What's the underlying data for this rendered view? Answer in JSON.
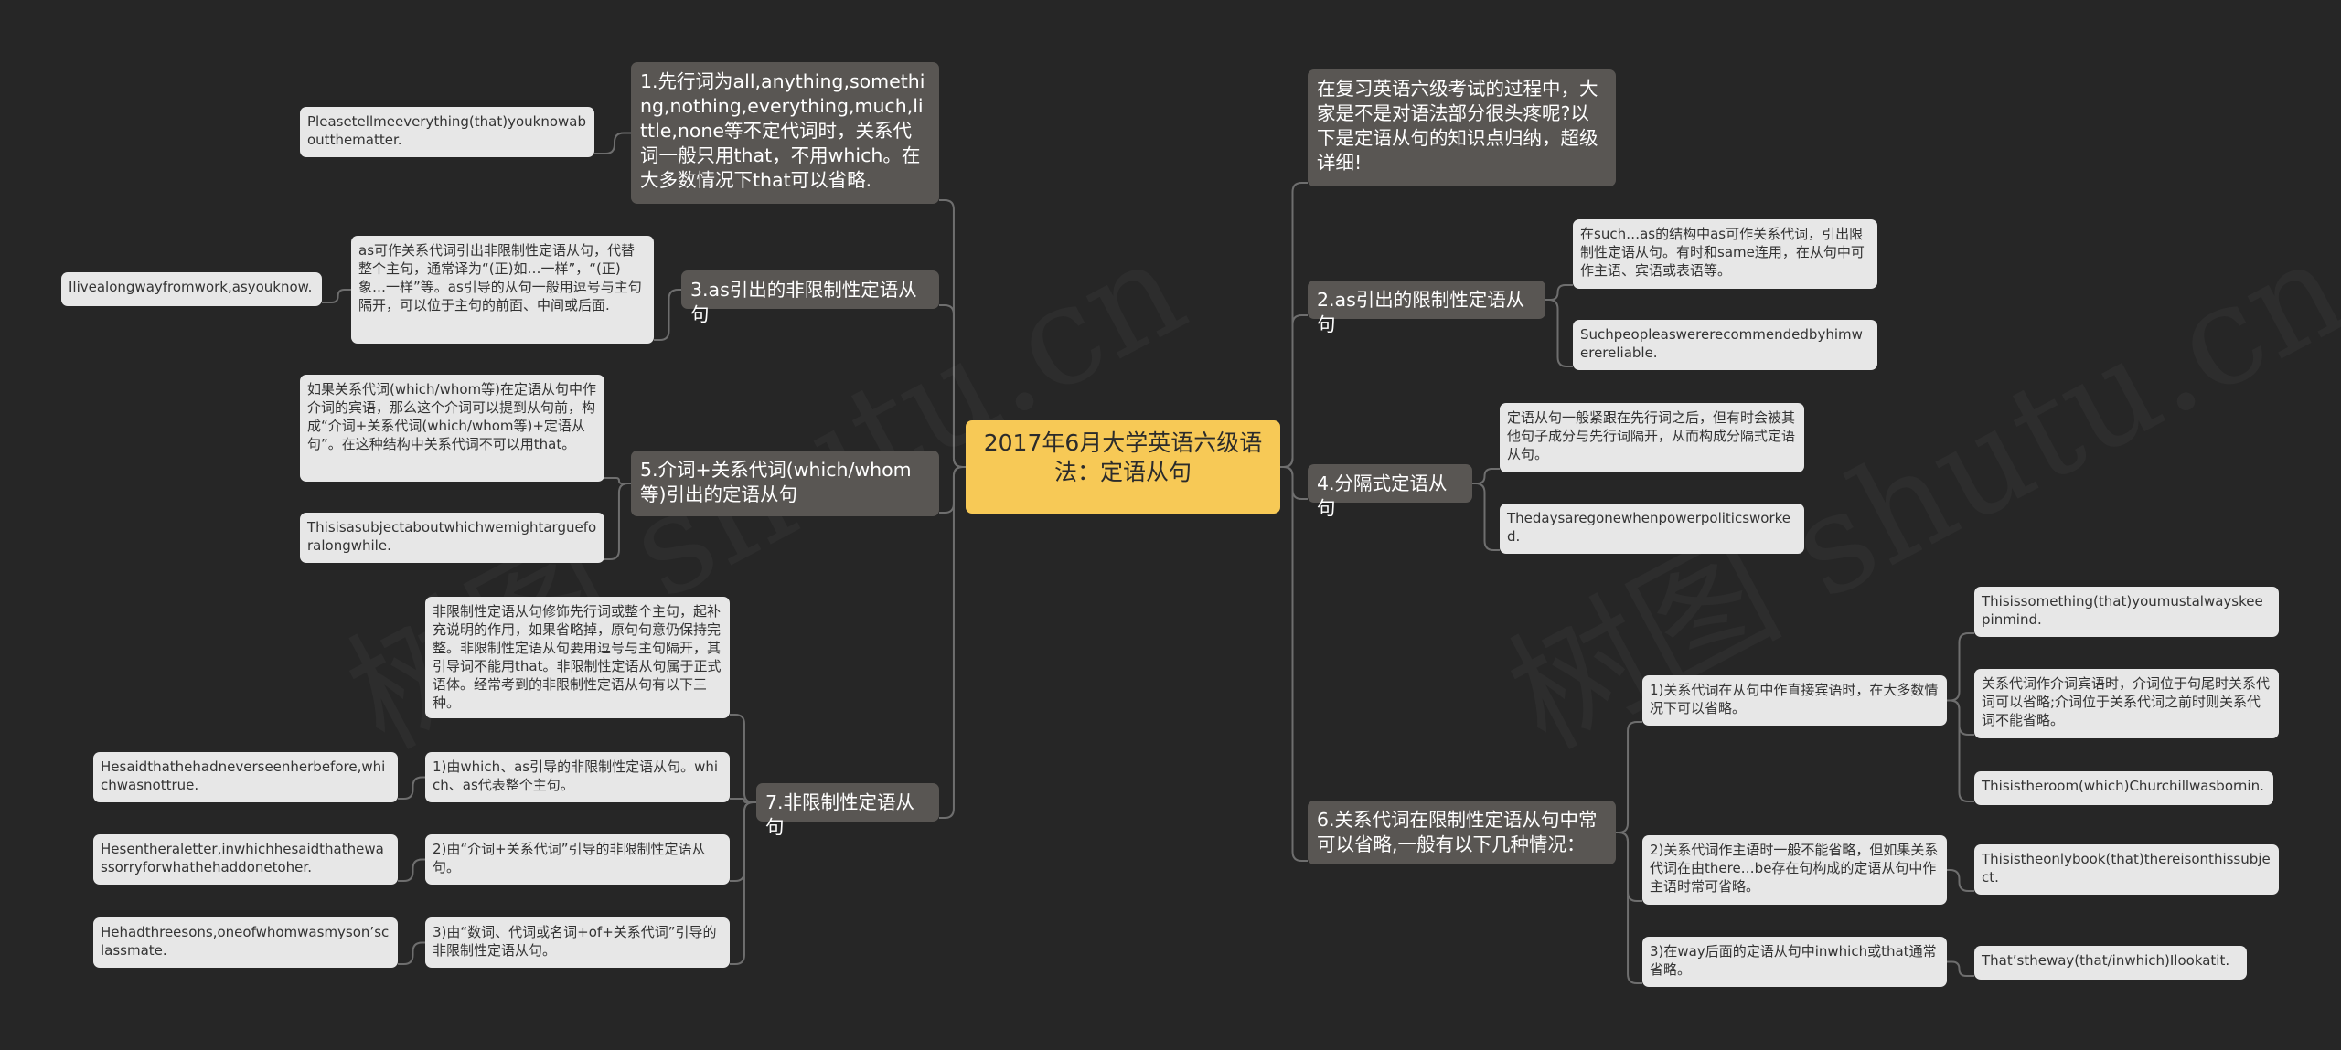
{
  "root": {
    "label": "2017年6月大学英语六级语法：定语从句"
  },
  "left": [
    {
      "label": "1.先行词为all,anything,something,nothing,everything,much,little,none等不定代词时，关系代词一般只用that，不用which。在大多数情况下that可以省略.",
      "children": [
        {
          "label": "Pleasetellmeeverything(that)youknowaboutthematter."
        }
      ]
    },
    {
      "label": "3.as引出的非限制性定语从句",
      "children": [
        {
          "label": "as可作关系代词引出非限制性定语从句，代替整个主句，通常译为“(正)如…一样”，“(正)象…一样”等。as引导的从句一般用逗号与主句隔开，可以位于主句的前面、中间或后面.",
          "children": [
            {
              "label": "Ilivealongwayfromwork,asyouknow."
            }
          ]
        }
      ]
    },
    {
      "label": "5.介词+关系代词(which/whom等)引出的定语从句",
      "children": [
        {
          "label": "如果关系代词(which/whom等)在定语从句中作介词的宾语，那么这个介词可以提到从句前，构成“介词+关系代词(which/whom等)+定语从句”。在这种结构中关系代词不可以用that。"
        },
        {
          "label": "Thisisasubjectaboutwhichwemightargueforalongwhile."
        }
      ]
    },
    {
      "label": "7.非限制性定语从句",
      "children": [
        {
          "label": "非限制性定语从句修饰先行词或整个主句，起补充说明的作用，如果省略掉，原句句意仍保持完整。非限制性定语从句要用逗号与主句隔开，其引导词不能用that。非限制性定语从句属于正式语体。经常考到的非限制性定语从句有以下三种。"
        },
        {
          "label": "1)由which、as引导的非限制性定语从句。which、as代表整个主句。",
          "children": [
            {
              "label": "Hesaidthathehadneverseenherbefore,whichwasnottrue."
            }
          ]
        },
        {
          "label": "2)由“介词+关系代词”引导的非限制性定语从句。",
          "children": [
            {
              "label": "Hesentheraletter,inwhichhesaidthathewassorryforwhathehaddonetoher."
            }
          ]
        },
        {
          "label": "3)由“数词、代词或名词+of+关系代词”引导的非限制性定语从句。",
          "children": [
            {
              "label": "Hehadthreesons,oneofwhomwasmyson’sclassmate."
            }
          ]
        }
      ]
    }
  ],
  "right": [
    {
      "label": "在复习英语六级考试的过程中，大家是不是对语法部分很头疼呢?以下是定语从句的知识点归纳，超级详细!"
    },
    {
      "label": "2.as引出的限制性定语从句",
      "children": [
        {
          "label": "在such…as的结构中as可作关系代词，引出限制性定语从句。有时和same连用，在从句中可作主语、宾语或表语等。"
        },
        {
          "label": "Suchpeopleaswererecommendedbyhimwerereliable."
        }
      ]
    },
    {
      "label": "4.分隔式定语从句",
      "children": [
        {
          "label": "定语从句一般紧跟在先行词之后，但有时会被其他句子成分与先行词隔开，从而构成分隔式定语从句。"
        },
        {
          "label": "Thedaysaregonewhenpowerpoliticsworked."
        }
      ]
    },
    {
      "label": "6.关系代词在限制性定语从句中常可以省略,一般有以下几种情况：",
      "children": [
        {
          "label": "1)关系代词在从句中作直接宾语时，在大多数情况下可以省略。",
          "children": [
            {
              "label": "Thisissomething(that)youmustalwayskeepinmind."
            },
            {
              "label": "关系代词作介词宾语时，介词位于句尾时关系代词可以省略;介词位于关系代词之前时则关系代词不能省略。"
            },
            {
              "label": "Thisistheroom(which)Churchillwasbornin."
            }
          ]
        },
        {
          "label": "2)关系代词作主语时一般不能省略，但如果关系代词在由there…be存在句构成的定语从句中作主语时常可省略。",
          "children": [
            {
              "label": "Thisistheonlybook(that)thereisonthissubject."
            }
          ]
        },
        {
          "label": "3)在way后面的定语从句中inwhich或that通常省略。",
          "children": [
            {
              "label": "That’stheway(that/inwhich)Ilookatit."
            }
          ]
        }
      ]
    }
  ],
  "watermark": {
    "text": "树图 shutu.cn"
  }
}
